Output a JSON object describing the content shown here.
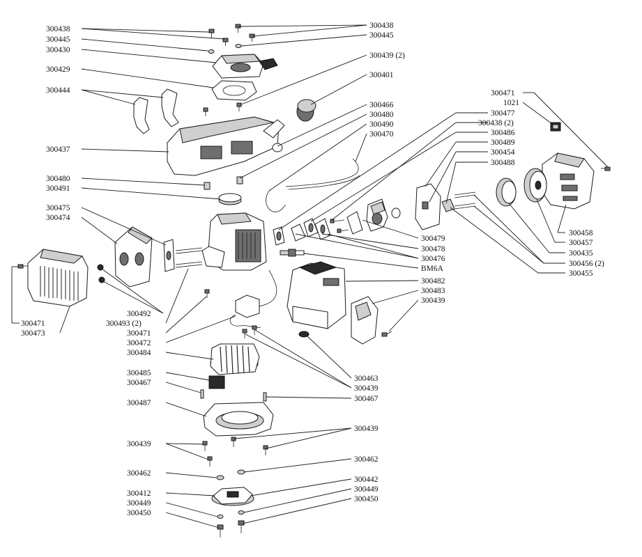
{
  "title": "",
  "labels": {
    "l300438_a": "300438",
    "l300445_a": "300445",
    "l300430": "300430",
    "l300429": "300429",
    "l300444": "300444",
    "l300437": "300437",
    "l300480_a": "300480",
    "l300491": "300491",
    "l300475": "300475",
    "l300474": "300474",
    "l300471_a": "300471",
    "l300473": "300473",
    "l300492": "300492",
    "l300493": "300493 (2)",
    "l300471_b": "300471",
    "l300472": "300472",
    "l300484": "300484",
    "l300485": "300485",
    "l300467_a": "300467",
    "l300487": "300487",
    "l300439_a": "300439",
    "l300462_a": "300462",
    "l300412": "300412",
    "l300449_a": "300449",
    "l300450_a": "300450",
    "l300438_b": "300438",
    "l300445_b": "300445",
    "l300439_b": "300439 (2)",
    "l300401": "300401",
    "l300466": "300466",
    "l300480_b": "300480",
    "l300490": "300490",
    "l300470": "300470",
    "l300471_c": "300471",
    "l1021": "1021",
    "l300477": "300477",
    "l300438_c": "300438 (2)",
    "l300486": "300486",
    "l300489": "300489",
    "l300454": "300454",
    "l300488": "300488",
    "l300458": "300458",
    "l300457": "300457",
    "l300435": "300435",
    "l300456": "300456 (2)",
    "l300455": "300455",
    "l300479": "300479",
    "l300478": "300478",
    "l300476": "300476",
    "lBM6A": "BM6A",
    "l300482": "300482",
    "l300483": "300483",
    "l300439_c": "300439",
    "l300463": "300463",
    "l300439_d": "300439",
    "l300467_b": "300467",
    "l300439_e": "300439",
    "l300462_b": "300462",
    "l300442": "300442",
    "l300449_b": "300449",
    "l300450_b": "300450"
  }
}
